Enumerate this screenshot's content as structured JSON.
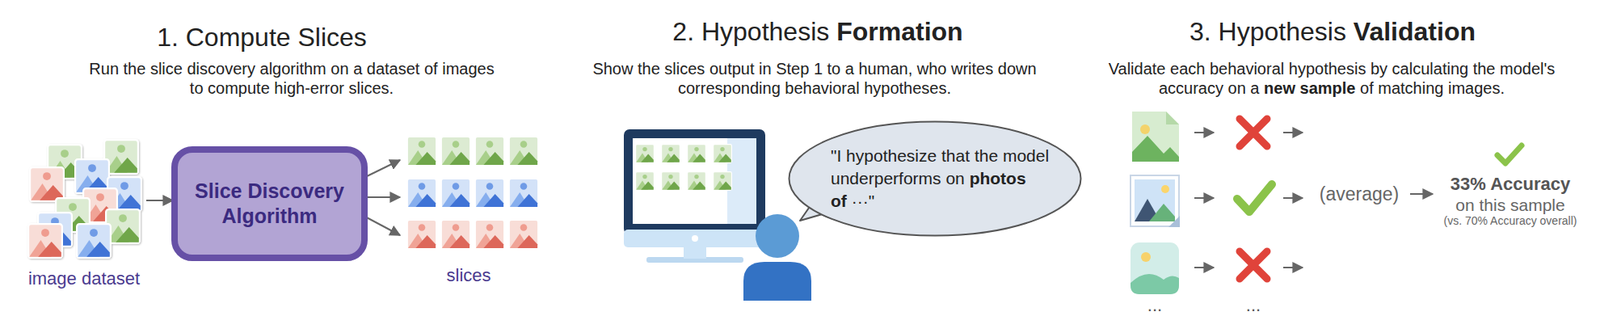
{
  "diagram": {
    "nodes": [
      {
        "text": [
          "Slice Discovery Algorithm"
        ]
      },
      {
        "text": [
          "\"I hypothesize that the model underperforms on",
          "photos of",
          "···\""
        ]
      }
    ],
    "labels": [
      "1. Compute Slices",
      "Run the slice discovery algorithm on a dataset of images to compute high-error slices.",
      "image dataset",
      "slices",
      "2. Hypothesis",
      "Formation",
      "Show the slices output in Step 1 to a human, who writes down corresponding behavioral hypotheses.",
      "3. Hypothesis",
      "Validation",
      "Validate each behavioral hypothesis by calculating the model's accuracy on a",
      "new sample",
      "of matching images.",
      "(average)",
      "33% Accuracy",
      "on this sample",
      "(vs. 70% Accuracy overall)",
      "...",
      "..."
    ]
  }
}
